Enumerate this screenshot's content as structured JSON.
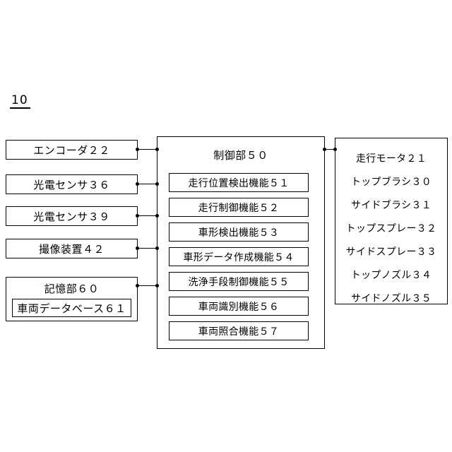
{
  "figure": {
    "reference_label": "10"
  },
  "inputs": [
    {
      "label": "エンコーダ２２",
      "name": "encoder-22"
    },
    {
      "label": "光電センサ３６",
      "name": "photoelectric-sensor-36"
    },
    {
      "label": "光電センサ３９",
      "name": "photoelectric-sensor-39"
    },
    {
      "label": "撮像装置４２",
      "name": "imaging-device-42"
    }
  ],
  "storage": {
    "title": "記憶部６０",
    "inner_label": "車両データベース６１"
  },
  "control": {
    "title": "制御部５０",
    "functions": [
      "走行位置検出機能５１",
      "走行制御機能５２",
      "車形検出機能５３",
      "車形データ作成機能５４",
      "洗浄手段制御機能５５",
      "車両識別機能５６",
      "車両照合機能５７"
    ]
  },
  "actuators": {
    "items": [
      "走行モータ２１",
      "トップブラシ３０",
      "サイドブラシ３１",
      "トップスプレー３２",
      "サイドスプレー３３",
      "トップノズル３４",
      "サイドノズル３５"
    ]
  },
  "colors": {
    "line": "#000000",
    "background": "#ffffff"
  }
}
